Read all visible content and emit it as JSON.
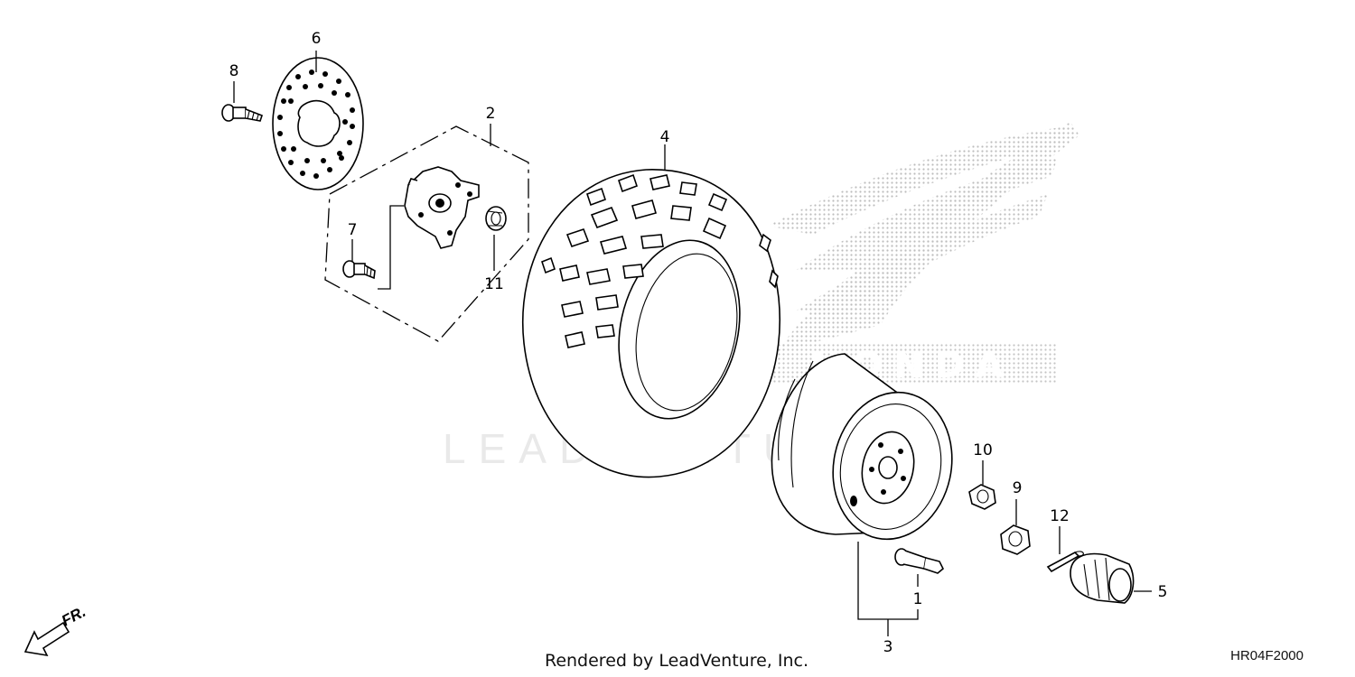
{
  "callouts": [
    {
      "id": "1",
      "label": "1"
    },
    {
      "id": "2",
      "label": "2"
    },
    {
      "id": "3",
      "label": "3"
    },
    {
      "id": "4",
      "label": "4"
    },
    {
      "id": "5",
      "label": "5"
    },
    {
      "id": "6",
      "label": "6"
    },
    {
      "id": "7",
      "label": "7"
    },
    {
      "id": "8",
      "label": "8"
    },
    {
      "id": "9",
      "label": "9"
    },
    {
      "id": "10",
      "label": "10"
    },
    {
      "id": "11",
      "label": "11"
    },
    {
      "id": "12",
      "label": "12"
    }
  ],
  "footer": {
    "rendered_by": "Rendered by LeadVenture, Inc.",
    "diagram_code": "HR04F2000"
  },
  "direction": {
    "label": "FR."
  },
  "watermark": {
    "text": "LEADVENTURE",
    "logo_text": "HONDA"
  },
  "colors": {
    "line": "#000000",
    "watermark": "#e9e9e9",
    "logo_dots": "#bdbdbd",
    "background": "#ffffff"
  }
}
